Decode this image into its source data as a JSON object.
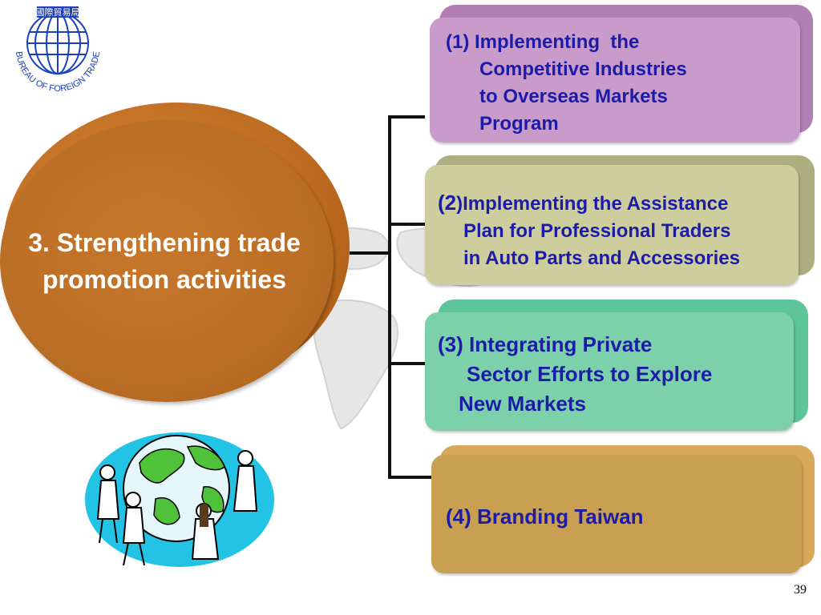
{
  "logo": {
    "top_text": "國際貿易局",
    "arc_text": "BUREAU OF FOREIGN TRADE"
  },
  "central": {
    "line1": "3. Strengthening trade",
    "line2": "promotion activities"
  },
  "items": [
    {
      "number": "(1)",
      "lines": [
        " Implementing  the",
        "Competitive Industries",
        "to Overseas Markets",
        "Program"
      ]
    },
    {
      "number": "(2",
      "lines": [
        ")Implementing the Assistance",
        "Plan for Professional Traders",
        "in Auto Parts and Accessories"
      ]
    },
    {
      "number": "(3)",
      "lines": [
        " Integrating Private",
        "Sector Efforts to Explore",
        "New Markets"
      ]
    },
    {
      "number": "(4)",
      "lines": [
        " Branding Taiwan"
      ]
    }
  ],
  "page_number": "39",
  "colors": {
    "item1": "#c89bcb",
    "item2": "#cdcd9d",
    "item3": "#7cd1ab",
    "item4": "#c99f52",
    "circle": "#bb6e25",
    "text_blue": "#1c1ca8"
  }
}
